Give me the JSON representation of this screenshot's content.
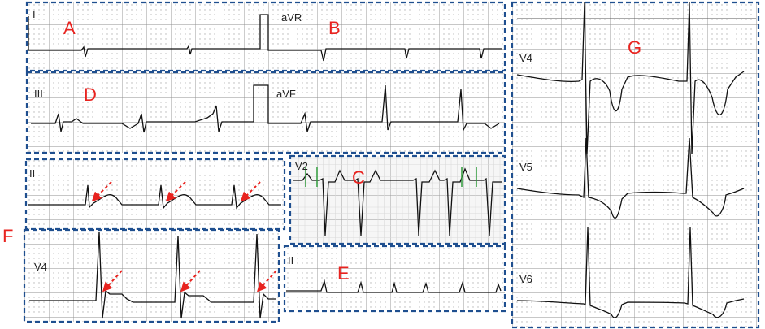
{
  "panels": [
    {
      "letter": "A",
      "leads": [
        "I"
      ]
    },
    {
      "letter": "B",
      "leads": [
        "aVR"
      ]
    },
    {
      "letter": "C",
      "leads": [
        "V2"
      ]
    },
    {
      "letter": "D",
      "leads": [
        "III",
        "aVF"
      ]
    },
    {
      "letter": "E",
      "leads": [
        "II"
      ]
    },
    {
      "letter": "F",
      "leads": [
        "II",
        "V4"
      ]
    },
    {
      "letter": "G",
      "leads": [
        "V4",
        "V5",
        "V6"
      ]
    }
  ],
  "colors": {
    "panel_letter": "#e8231f",
    "arrow": "#e8231f",
    "frame": "#1f4f8f",
    "grid_minor": "#c9c9c9",
    "grid_major": "#8c8c8c",
    "trace": "#111111",
    "v2_marker": "#2e9a3a"
  },
  "icons": {
    "arrow": "red-dashed-arrow-icon"
  }
}
